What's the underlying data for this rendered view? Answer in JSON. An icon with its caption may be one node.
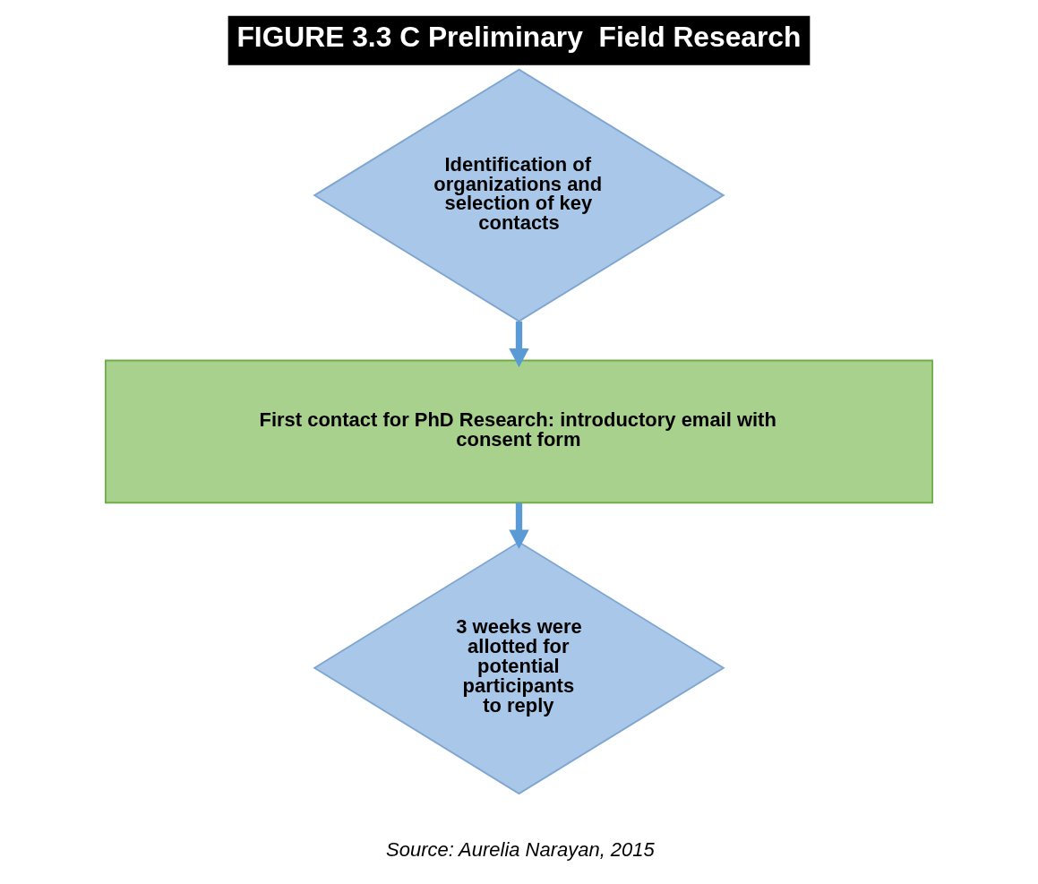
{
  "diagram": {
    "title": "FIGURE 3.3 C Preliminary  Field Research",
    "caption": "Source: Aurelia Narayan, 2015",
    "nodes": [
      {
        "text": [
          "Identification of organizations and selection of key contacts"
        ]
      },
      {
        "text": [
          "First contact for PhD Research: introductory email with consent form"
        ]
      },
      {
        "text": [
          "3 weeks were allotted for potential participants to reply"
        ]
      }
    ],
    "edges": [
      {
        "from": 0,
        "to": 1,
        "arrow": "to"
      },
      {
        "from": 1,
        "to": 2,
        "arrow": "to"
      }
    ]
  }
}
